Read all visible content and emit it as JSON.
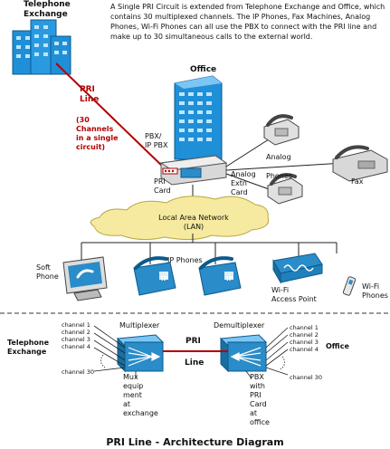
{
  "intro": "A Single PRI Circuit is extended from Telephone Exchange and Office, which contains 30 multiplexed channels. The IP Phones, Fax Machines, Analog Phones, Wi-Fi Phones can all use the PBX to connect with the PRI line and make up to 30 simultaneous calls to the external world.",
  "top": {
    "telephone_exchange": [
      "Telephone",
      "Exchange"
    ],
    "office": "Office",
    "pri_line": [
      "PRI",
      "Line"
    ],
    "channels_note": [
      "(30",
      "Channels",
      "in a single",
      "circuit)"
    ],
    "pbx": [
      "PBX/",
      "IP PBX"
    ],
    "pri_card": [
      "PRI",
      "Card"
    ],
    "analog_extn_card": [
      "Analog",
      "Extn",
      "Card"
    ],
    "analog_phones": [
      "Analog",
      "Phones"
    ],
    "fax": "Fax",
    "lan": [
      "Local Area Network",
      "(LAN)"
    ],
    "ip_phones": "IP Phones",
    "soft_phone": [
      "Soft",
      "Phone"
    ],
    "wifi_access_point": [
      "Wi-Fi",
      "Access Point"
    ],
    "wifi_phones": [
      "Wi-Fi",
      "Phones"
    ],
    "ip_badge": "IP"
  },
  "bottom": {
    "telephone_exchange": [
      "Telephone",
      "Exchange"
    ],
    "office": "Office",
    "multiplexer": "Multiplexer",
    "demultiplexer": "Demultiplexer",
    "pri_line": [
      "PRI",
      "Line"
    ],
    "channels_left": [
      "channel 1",
      "channel 2",
      "channel 3",
      "channel 4",
      "channel 30"
    ],
    "channels_right": [
      "channel 1",
      "channel 2",
      "channel 3",
      "channel 4",
      "channel 30"
    ],
    "mux_note": [
      "Mux",
      "equip",
      "ment",
      "at",
      "exchange"
    ],
    "pbx_note": [
      "PBX",
      "with",
      "PRI",
      "Card",
      "at",
      "office"
    ]
  },
  "caption": "PRI Line - Architecture Diagram",
  "colors": {
    "building": "#1f8fd8",
    "pri_line": "#b00000",
    "lan_cloud": "#f5eaa0",
    "mux": "#2a8cc8"
  }
}
